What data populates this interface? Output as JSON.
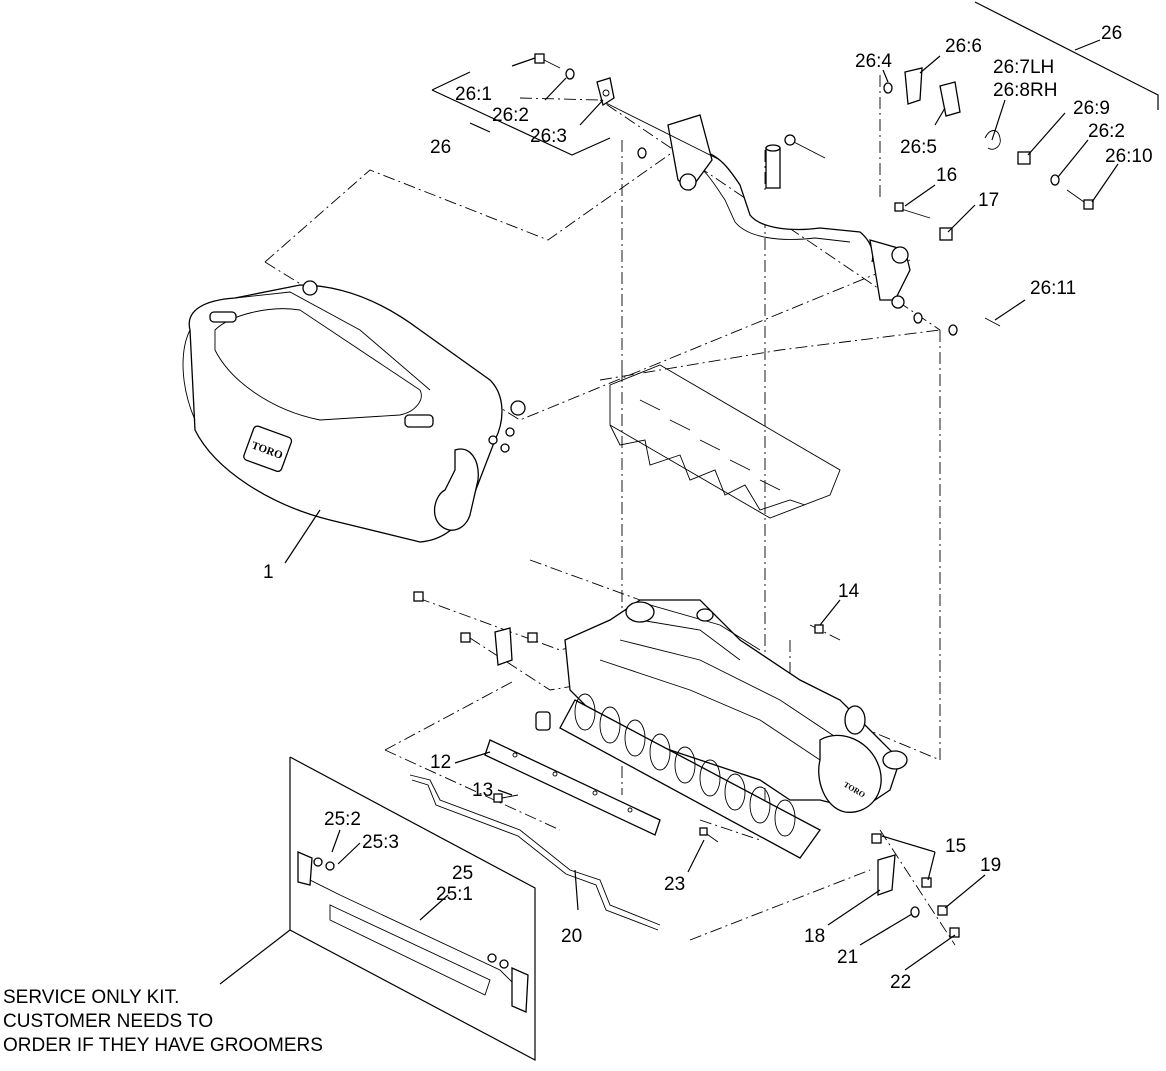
{
  "callouts": [
    {
      "id": "1",
      "label": "1"
    },
    {
      "id": "12",
      "label": "12"
    },
    {
      "id": "13",
      "label": "13"
    },
    {
      "id": "14",
      "label": "14"
    },
    {
      "id": "15",
      "label": "15"
    },
    {
      "id": "16",
      "label": "16"
    },
    {
      "id": "17",
      "label": "17"
    },
    {
      "id": "18",
      "label": "18"
    },
    {
      "id": "19",
      "label": "19"
    },
    {
      "id": "20",
      "label": "20"
    },
    {
      "id": "21",
      "label": "21"
    },
    {
      "id": "22",
      "label": "22"
    },
    {
      "id": "23",
      "label": "23"
    },
    {
      "id": "25",
      "label": "25"
    },
    {
      "id": "25-1",
      "label": "25:1"
    },
    {
      "id": "25-2",
      "label": "25:2"
    },
    {
      "id": "25-3",
      "label": "25:3"
    },
    {
      "id": "26-left",
      "label": "26"
    },
    {
      "id": "26-right",
      "label": "26"
    },
    {
      "id": "26-1",
      "label": "26:1"
    },
    {
      "id": "26-2-left",
      "label": "26:2"
    },
    {
      "id": "26-2-right",
      "label": "26:2"
    },
    {
      "id": "26-3",
      "label": "26:3"
    },
    {
      "id": "26-4",
      "label": "26:4"
    },
    {
      "id": "26-5",
      "label": "26:5"
    },
    {
      "id": "26-6",
      "label": "26:6"
    },
    {
      "id": "26-7",
      "label": "26:7LH"
    },
    {
      "id": "26-8",
      "label": "26:8RH"
    },
    {
      "id": "26-9",
      "label": "26:9"
    },
    {
      "id": "26-10",
      "label": "26:10"
    },
    {
      "id": "26-11",
      "label": "26:11"
    }
  ],
  "note": {
    "line1": "SERVICE ONLY KIT.",
    "line2": "CUSTOMER NEEDS TO",
    "line3": "ORDER IF THEY HAVE GROOMERS"
  },
  "logo_text": "TORO"
}
